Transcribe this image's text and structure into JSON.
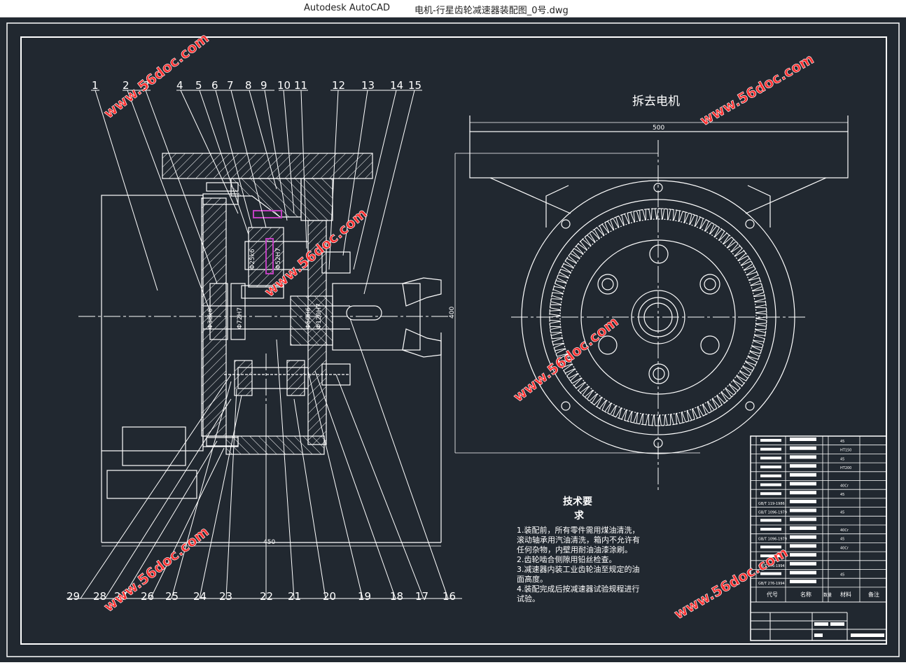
{
  "window": {
    "app_name": "Autodesk AutoCAD",
    "document_title": "电机-行星齿轮减速器装配图_0号.dwg"
  },
  "drawing": {
    "view_title": "拆去电机",
    "dim_top_width": "500",
    "dim_height": "400",
    "dim_bottom_width": "450",
    "part_numbers_top": [
      "1",
      "2",
      "3",
      "4",
      "5",
      "6",
      "7",
      "8",
      "9",
      "10",
      "11",
      "12",
      "13",
      "14",
      "15"
    ],
    "part_numbers_bottom": [
      "29",
      "28",
      "27",
      "26",
      "25",
      "24",
      "23",
      "22",
      "21",
      "20",
      "19",
      "18",
      "17",
      "16"
    ],
    "dims_vertical": [
      "Φ25k6",
      "Φ52H7",
      "Φ38k6",
      "Φ72H7",
      "Φ50H6",
      "Φ120H7"
    ],
    "watermark": "www.56doc.com"
  },
  "tech_req": {
    "title_line1": "技术要",
    "title_line2": "求",
    "lines": [
      "1.装配前，所有零件需用煤油清洗，",
      "滚动轴承用汽油清洗，箱内不允许有",
      "任何杂物，内壁用耐油油漆涂刷。",
      "2.齿轮啮合侧隙用铅丝检查。",
      "3.减速器内装工业齿轮油至规定的油",
      "面高度。",
      "4.装配完成后按减速器试验规程进行",
      "试验。"
    ]
  },
  "bom": {
    "rows": [
      {
        "code": "",
        "name": "",
        "qty": "",
        "material": "45",
        "note": ""
      },
      {
        "code": "",
        "name": "",
        "qty": "",
        "material": "HT150",
        "note": ""
      },
      {
        "code": "",
        "name": "",
        "qty": "",
        "material": "45",
        "note": ""
      },
      {
        "code": "",
        "name": "",
        "qty": "",
        "material": "HT200",
        "note": ""
      },
      {
        "code": "",
        "name": "",
        "qty": "",
        "material": "",
        "note": ""
      },
      {
        "code": "",
        "name": "",
        "qty": "",
        "material": "40Cr",
        "note": ""
      },
      {
        "code": "",
        "name": "",
        "qty": "",
        "material": "45",
        "note": ""
      },
      {
        "code": "GB/T 119-1986",
        "name": "",
        "qty": "",
        "material": "",
        "note": ""
      },
      {
        "code": "GB/T 1096-1979",
        "name": "",
        "qty": "",
        "material": "45",
        "note": ""
      },
      {
        "code": "",
        "name": "",
        "qty": "",
        "material": "",
        "note": ""
      },
      {
        "code": "",
        "name": "",
        "qty": "",
        "material": "40Cr",
        "note": ""
      },
      {
        "code": "GB/T 1096-1979",
        "name": "",
        "qty": "",
        "material": "45",
        "note": ""
      },
      {
        "code": "",
        "name": "",
        "qty": "",
        "material": "40Cr",
        "note": ""
      },
      {
        "code": "",
        "name": "",
        "qty": "",
        "material": "",
        "note": ""
      },
      {
        "code": "GB/T 276-1994",
        "name": "",
        "qty": "",
        "material": "",
        "note": ""
      },
      {
        "code": "",
        "name": "",
        "qty": "",
        "material": "45",
        "note": ""
      },
      {
        "code": "GB/T 276-1994",
        "name": "",
        "qty": "",
        "material": "",
        "note": ""
      }
    ],
    "header": {
      "code": "代号",
      "name": "名称",
      "qty": "数量",
      "material": "材料",
      "note": "备注"
    }
  },
  "colors": {
    "background": "#212830",
    "line": "#ffffff",
    "magenta": "#c040c0"
  }
}
